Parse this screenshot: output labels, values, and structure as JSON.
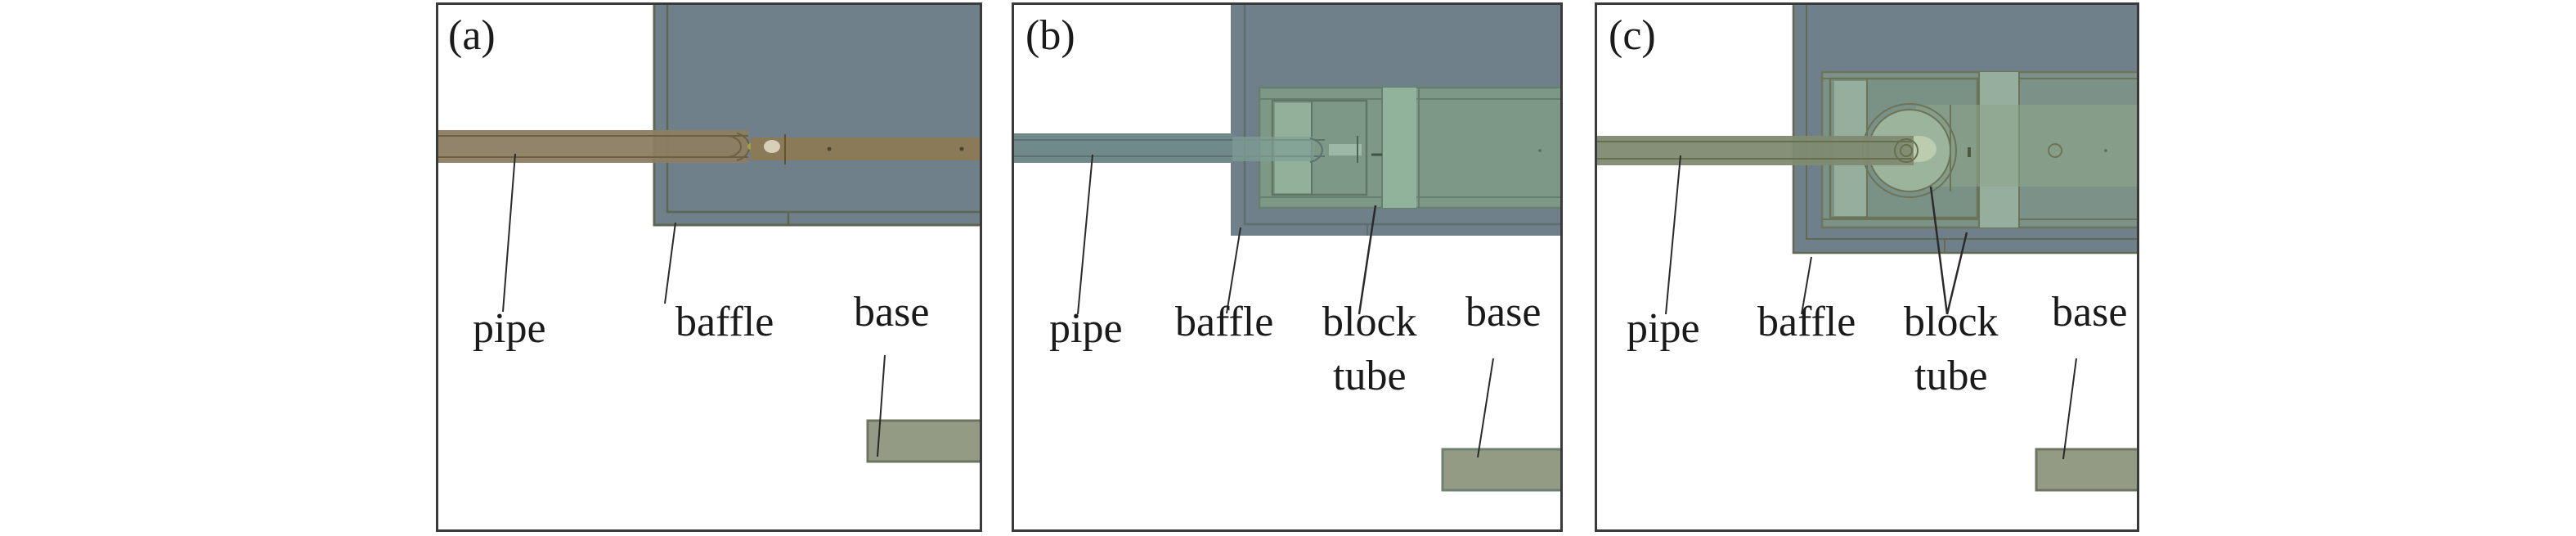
{
  "figure": {
    "panels": [
      {
        "id": "a",
        "tag": "(a)",
        "labels": {
          "pipe": "pipe",
          "baffle": "baffle",
          "base": "base"
        }
      },
      {
        "id": "b",
        "tag": "(b)",
        "labels": {
          "pipe": "pipe",
          "baffle": "baffle",
          "block": "block",
          "tube": "tube",
          "base": "base"
        }
      },
      {
        "id": "c",
        "tag": "(c)",
        "labels": {
          "pipe": "pipe",
          "baffle": "baffle",
          "block": "block",
          "tube": "tube",
          "base": "base"
        }
      }
    ],
    "colors": {
      "baffle": "#6f808a",
      "baffle_edge": "#5d6650",
      "pipe_a": "#8a7a5c",
      "pipe_b": "#6f8a88",
      "pipe_c": "#7f8a72",
      "block_tube_b": "#7f9c86",
      "block_tube_c": "#7e9488",
      "base": "#939b85",
      "base_edge": "#6e7460",
      "leader": "#2a2a2a"
    }
  }
}
